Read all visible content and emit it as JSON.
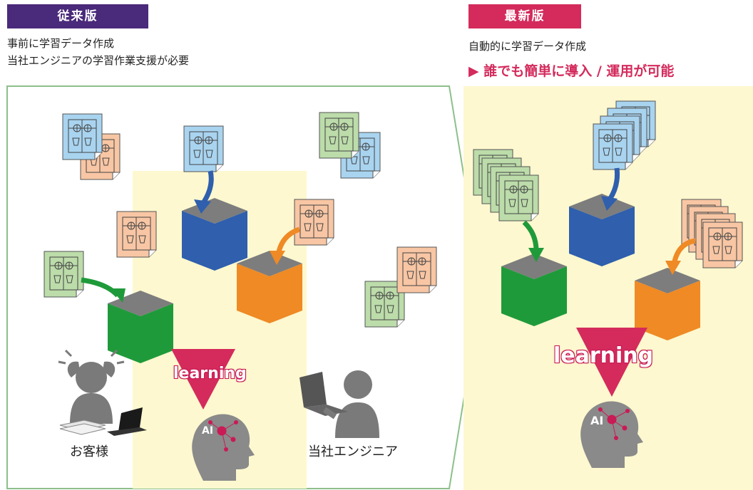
{
  "old_version": {
    "badge": "従来版",
    "line1": "事前に学習データ作成",
    "line2": "当社エンジニアの学習作業支援が必要",
    "customer_label": "お客様",
    "engineer_label": "当社エンジニア",
    "learning_label": "learning",
    "ai_label": "AI"
  },
  "new_version": {
    "badge": "最新版",
    "line1": "自動的に学習データ作成",
    "promo": "▶ 誰でも簡単に導入 / 運用が可能",
    "learning_label": "learning",
    "ai_label": "AI"
  },
  "colors": {
    "old_badge": "#4a2a7a",
    "new_badge": "#d42b5c",
    "panel_border": "#8cc08a",
    "yellow_area": "#fdf8cf",
    "blue": "#2f5fad",
    "orange": "#ef8a25",
    "green": "#1f9a3a",
    "learning_triangle": "#d42b5c"
  }
}
